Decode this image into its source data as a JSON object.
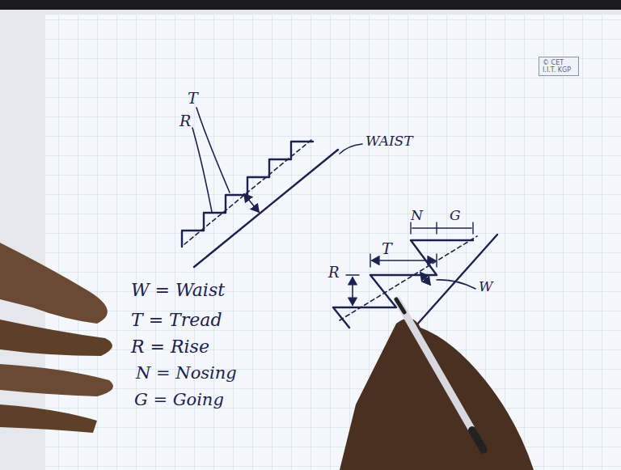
{
  "diagram": {
    "nodes": [
      {
        "text": [
          "© CET I.I.T. KGP"
        ]
      }
    ],
    "labels": [
      "WAIST",
      "T",
      "R",
      "N",
      "G",
      "T",
      "R",
      "W",
      "W = Waist",
      "T = Tread",
      "R = Rise",
      "N = Nosing",
      "G = Going"
    ]
  }
}
